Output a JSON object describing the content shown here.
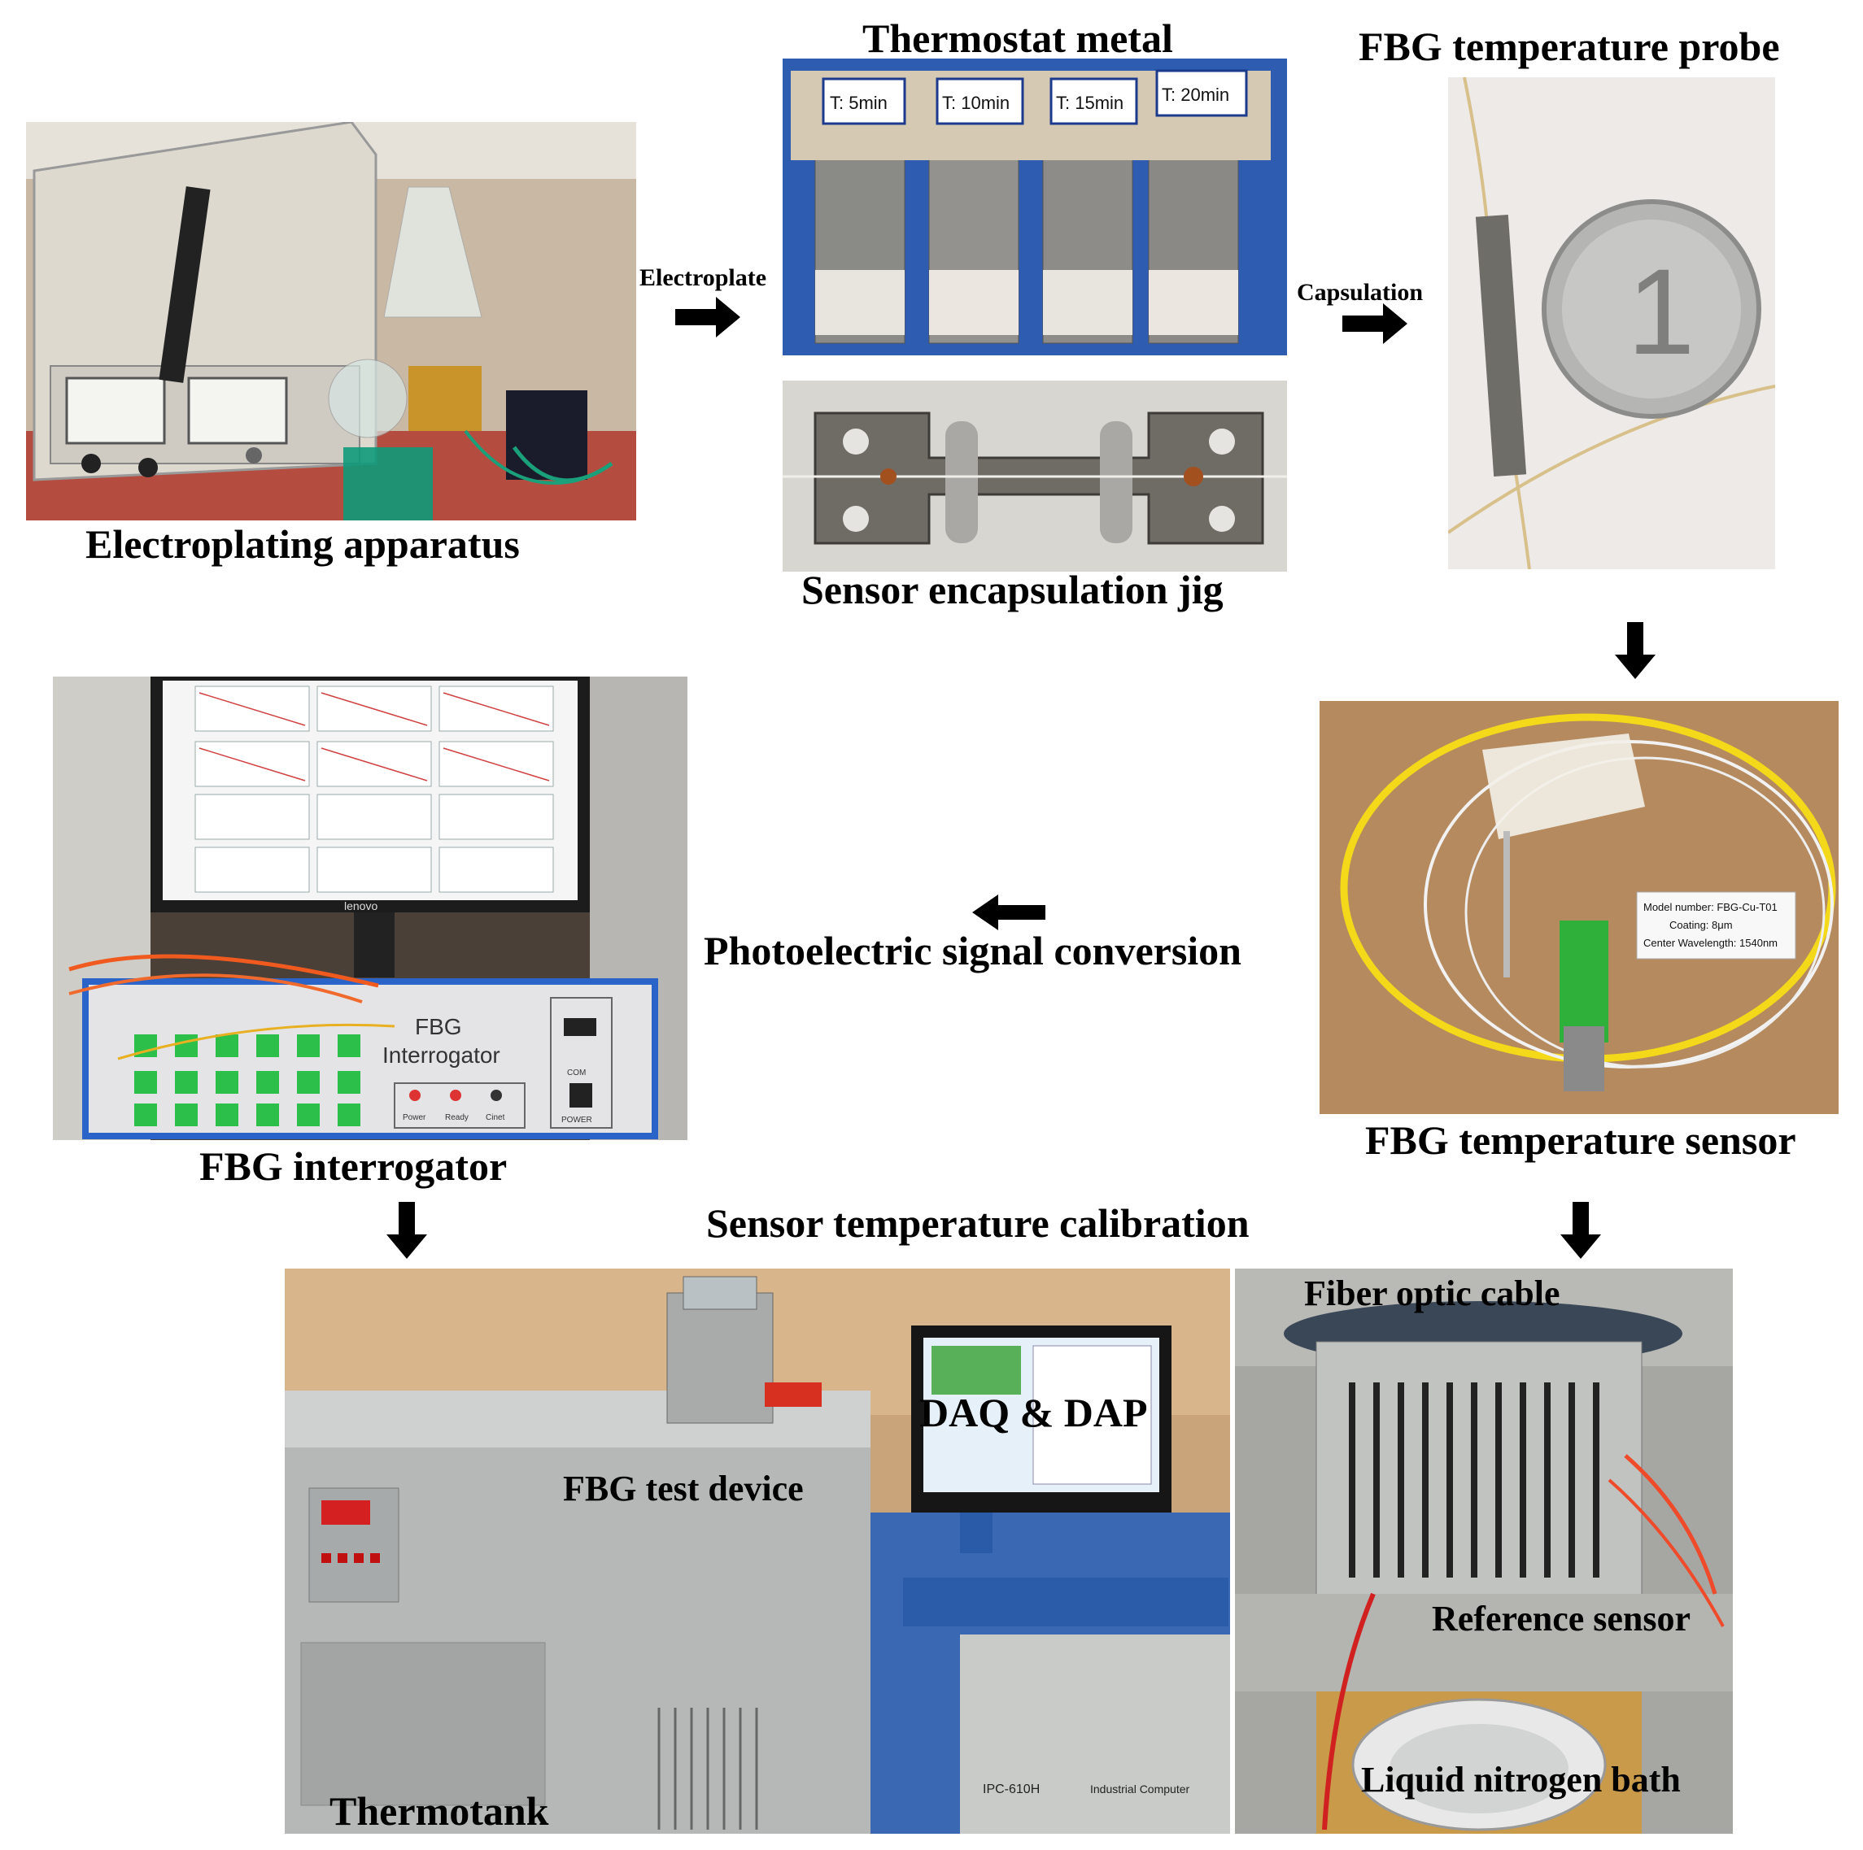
{
  "labels": {
    "electroplating_apparatus": "Electroplating apparatus",
    "electroplate": "Electroplate",
    "thermostat_metal": "Thermostat metal",
    "sensor_encapsulation_jig": "Sensor encapsulation jig",
    "capsulation": "Capsulation",
    "fbg_temperature_probe": "FBG temperature probe",
    "fbg_temperature_sensor": "FBG temperature sensor",
    "photoelectric_signal_conversion": "Photoelectric signal conversion",
    "fbg_interrogator": "FBG interrogator",
    "sensor_temperature_calibration": "Sensor temperature calibration",
    "fbg_test_device": "FBG test device",
    "daq_dap": "DAQ & DAP",
    "thermotank": "Thermotank",
    "fiber_optic_cable": "Fiber optic cable",
    "reference_sensor": "Reference sensor",
    "liquid_nitrogen_bath": "Liquid nitrogen bath"
  },
  "photo_text": {
    "strip_tags": [
      "T: 5min",
      "T: 10min",
      "T: 15min",
      "T: 20min"
    ],
    "interrogator_title_1": "FBG",
    "interrogator_title_2": "Interrogator",
    "interrogator_buttons": [
      "Power",
      "Ready",
      "Cinet"
    ],
    "interrogator_power": "POWER",
    "interrogator_com": "COM",
    "monitor_brand": "lenovo",
    "sensor_tag_lines": [
      "Model number: FBG-Cu-T01",
      "Coating: 8μm",
      "Center Wavelength: 1540nm"
    ],
    "coin_text": "1",
    "computer_label_1": "IPC-610H",
    "computer_label_2": "Industrial Computer"
  },
  "icons": [
    "arrow-right-icon",
    "arrow-down-icon",
    "arrow-left-icon"
  ]
}
